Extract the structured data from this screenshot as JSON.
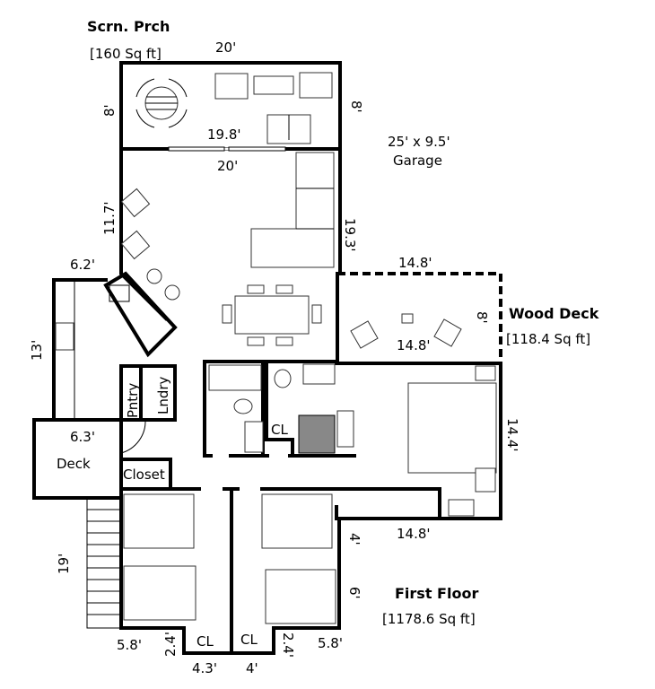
{
  "rooms": {
    "screened_porch": {
      "name": "Scrn. Prch",
      "area": "[160 Sq ft]"
    },
    "wood_deck": {
      "name": "Wood Deck",
      "area": "[118.4 Sq ft]"
    },
    "garage": {
      "size": "25' x 9.5'",
      "name": "Garage"
    },
    "first_floor": {
      "name": "First Floor",
      "area": "[1178.6 Sq ft]"
    },
    "deck": "Deck",
    "pantry": "Pntry",
    "laundry": "Lndry",
    "closet": "Closet",
    "cl_bath": "CL",
    "cl_left": "CL",
    "cl_right": "CL"
  },
  "dimensions": {
    "porch_top": "20'",
    "porch_left": "8'",
    "porch_right": "8'",
    "porch_inner": "19.8'",
    "living_top": "20'",
    "living_left": "11.7'",
    "living_right": "19.3'",
    "kitchen_top": "6.2'",
    "kitchen_left": "13'",
    "kitchen_bottom": "6.3'",
    "deck_top": "14.8'",
    "deck_inner": "14.8'",
    "deck_right": "8'",
    "master_right": "14.4'",
    "master_bottom": "14.8'",
    "stairs_left": "19'",
    "bed_right_upper": "4'",
    "bed_right_lower": "6'",
    "bed_left_bottom": "5.8'",
    "cl_left_side": "2.4'",
    "cl_left_bottom": "4.3'",
    "cl_right_bottom": "4'",
    "cl_right_side": "2.4'",
    "bed_right_bottom": "5.8'"
  }
}
